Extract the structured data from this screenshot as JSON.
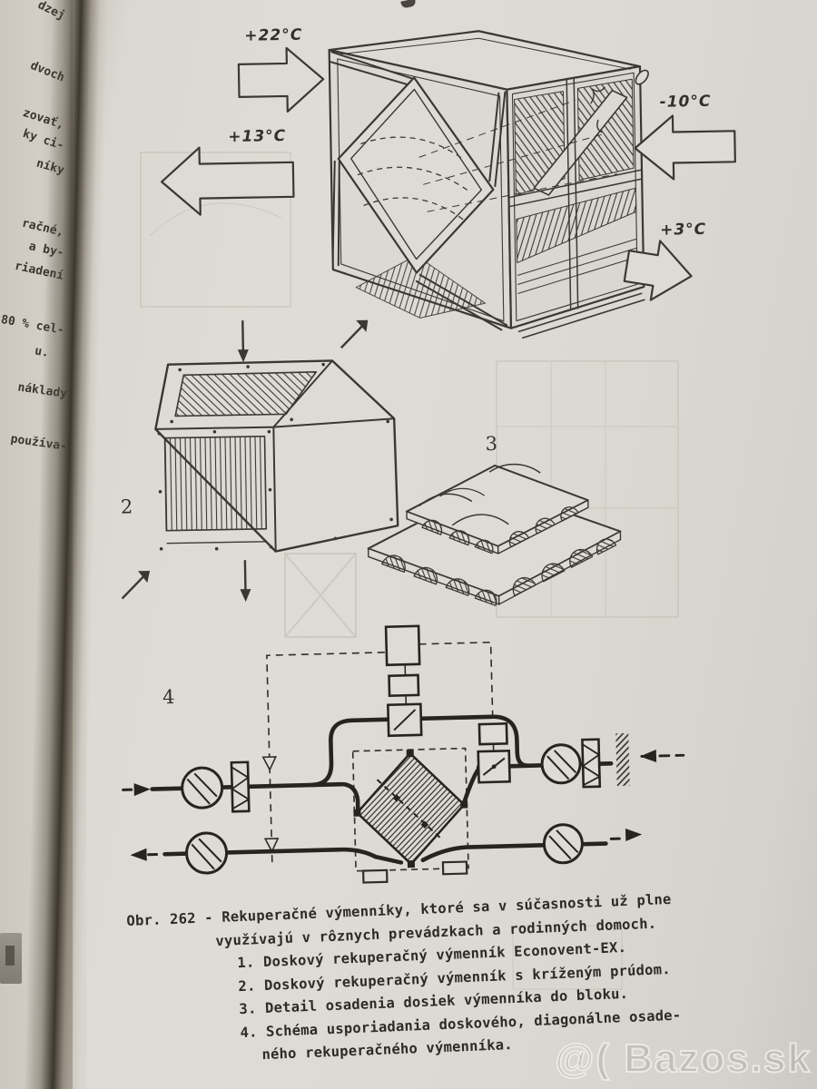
{
  "left_page": {
    "fragments": [
      "dzej",
      "dvoch",
      "zovať,",
      "ky ci-",
      "níky",
      "račné,",
      "a by-",
      "riadení",
      "80 % cel-",
      "u.",
      "náklady",
      "používa-"
    ]
  },
  "figure1": {
    "temp_in_top_left": "+22°C",
    "temp_out_left": "+13°C",
    "temp_in_right": "-10°C",
    "temp_out_bottom_right": "+3°C"
  },
  "figure2": {
    "label": "2"
  },
  "figure3": {
    "label": "3"
  },
  "figure4": {
    "label": "4"
  },
  "caption": {
    "lines": [
      "Obr. 262 - Rekuperačné výmenníky, ktoré sa v súčasnosti už plne",
      "využívajú v rôznych prevádzkach a rodinných domoch.",
      "1. Doskový rekuperačný výmenník Econovent-EX.",
      "2. Doskový rekuperačný výmenník s kríženým prúdom.",
      "3. Detail osadenia dosiek výmenníka do bloku.",
      "4. Schéma usporiadania doskového, diagonálne osade-",
      "ného rekuperačného výmenníka."
    ]
  },
  "watermark": {
    "text": "@( Bazos.sk"
  },
  "colors": {
    "paper": "#dcd9d3",
    "ink": "#3b3733",
    "gutter": "#3c362c",
    "watermark_gray": "#a8a59f"
  }
}
